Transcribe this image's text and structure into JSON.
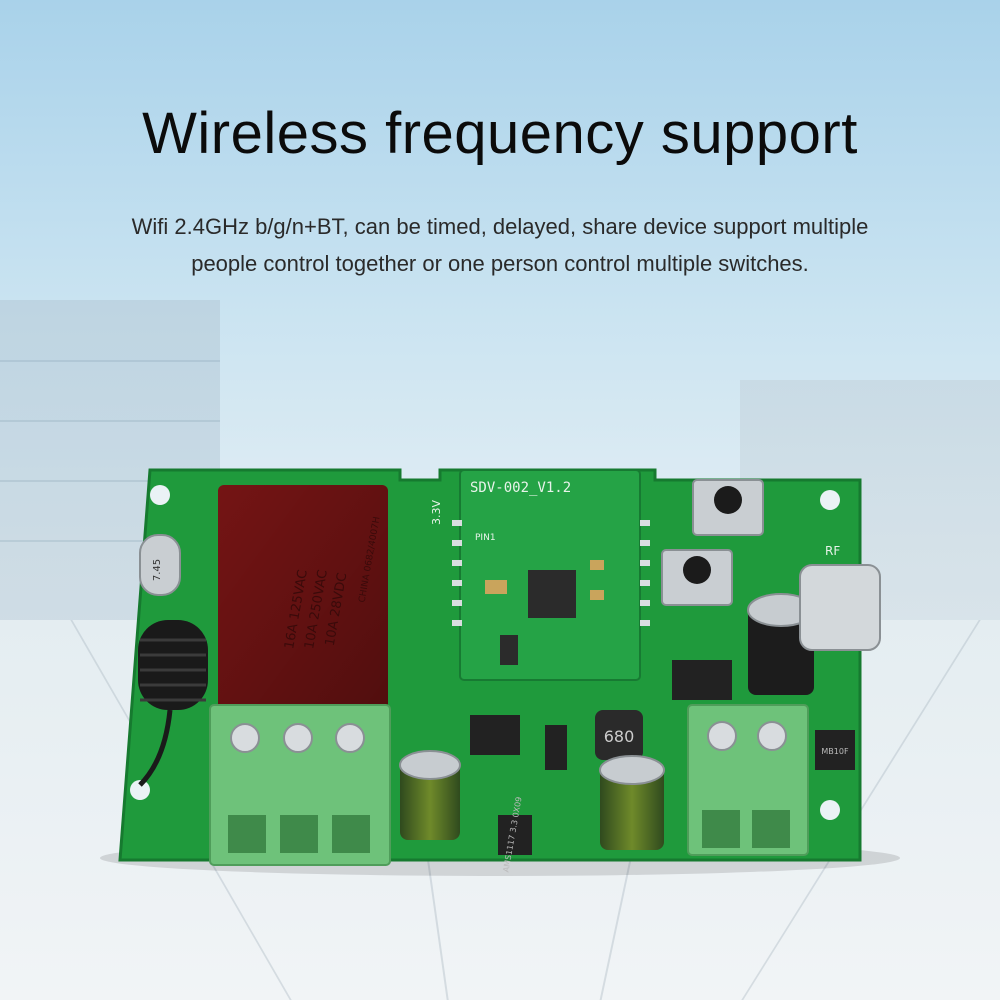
{
  "headline": "Wireless frequency support",
  "description": "Wifi 2.4GHz b/g/n+BT, can be timed, delayed, share device support multiple people control together or one person control multiple switches.",
  "board": {
    "module_label": "SDV-002_V1.2",
    "relay_text": [
      "16A 125VAC",
      "10A 250VAC",
      "10A 28VDC"
    ],
    "relay_side": "CHINA 0682/4007H",
    "voltage_label": "3.3V",
    "rf_label": "RF",
    "inductor_label": "680",
    "regulator_label": "AMS1117 3.3 0X09",
    "crystal_label": "7.45",
    "pin_label": "PIN1",
    "chip_label": "MB10F",
    "colors": {
      "pcb": "#1f9a3c",
      "pcb_dark": "#15792e",
      "terminal": "#6ec27a"
    }
  }
}
